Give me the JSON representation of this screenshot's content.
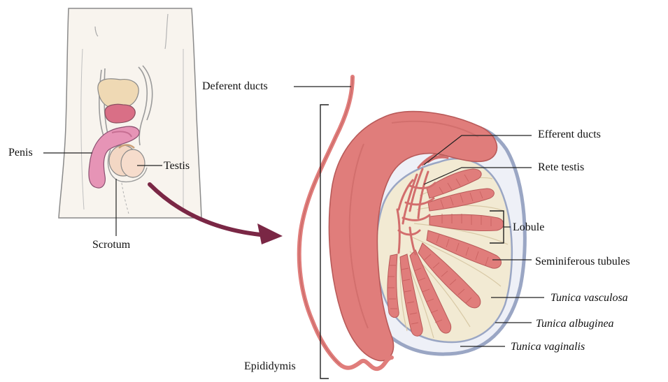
{
  "figure": {
    "colors": {
      "skin": "#f8f4ee",
      "outline": "#8a8a8a",
      "tubule": "#e07d7b",
      "tubule_dark": "#c85f5e",
      "tunica_albuginea": "#f2ead3",
      "tunica_vaginalis": "#9aa6c4",
      "arrow": "#7a2745",
      "label_line": "#222222"
    },
    "labels": {
      "penis": "Penis",
      "testis": "Testis",
      "scrotum": "Scrotum",
      "deferent_ducts": "Deferent ducts",
      "efferent_ducts": "Efferent ducts",
      "rete_testis": "Rete testis",
      "lobule": "Lobule",
      "seminiferous_tubules": "Seminiferous tubules",
      "tunica_vasculosa": "Tunica vasculosa",
      "tunica_albuginea": "Tunica albuginea",
      "tunica_vaginalis": "Tunica vaginalis",
      "epididymis": "Epididymis"
    }
  }
}
